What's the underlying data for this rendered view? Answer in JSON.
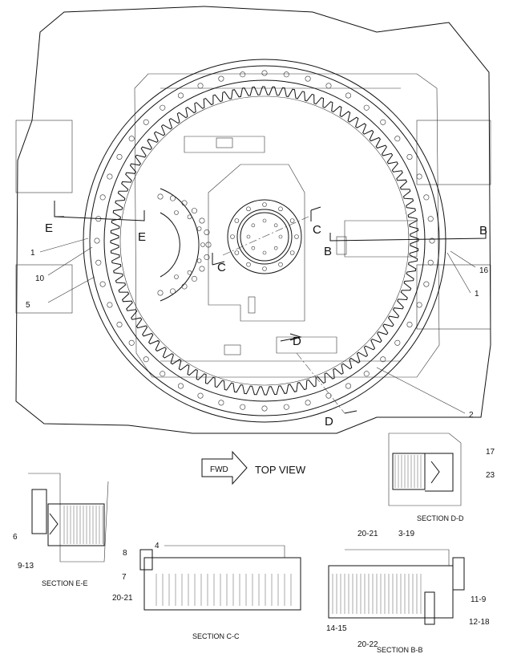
{
  "callouts": {
    "c1a": "1",
    "c10": "10",
    "c5": "5",
    "c16": "16",
    "c1b": "1",
    "c2": "2",
    "c17": "17",
    "c23": "23",
    "c6": "6",
    "c9_13": "9-13",
    "c4": "4",
    "c8": "8",
    "c7": "7",
    "c20_21a": "20-21",
    "c20_21b": "20-21",
    "c3_19": "3-19",
    "c11_9": "11-9",
    "c12_18": "12-18",
    "c14_15": "14-15",
    "c20_22": "20-22"
  },
  "section_letters": {
    "e_top": "E",
    "e_bot": "E",
    "c_left": "C",
    "c_right": "C",
    "b_left": "B",
    "b_right": "B",
    "d_top": "D",
    "d_bot": "D"
  },
  "fwd_label": "FWD",
  "view_title": "TOP VIEW",
  "section_titles": {
    "ee": "SECTION E-E",
    "cc": "SECTION C-C",
    "bb": "SECTION B-B",
    "dd": "SECTION D-D"
  },
  "icons": [
    "forward-arrow-icon"
  ]
}
